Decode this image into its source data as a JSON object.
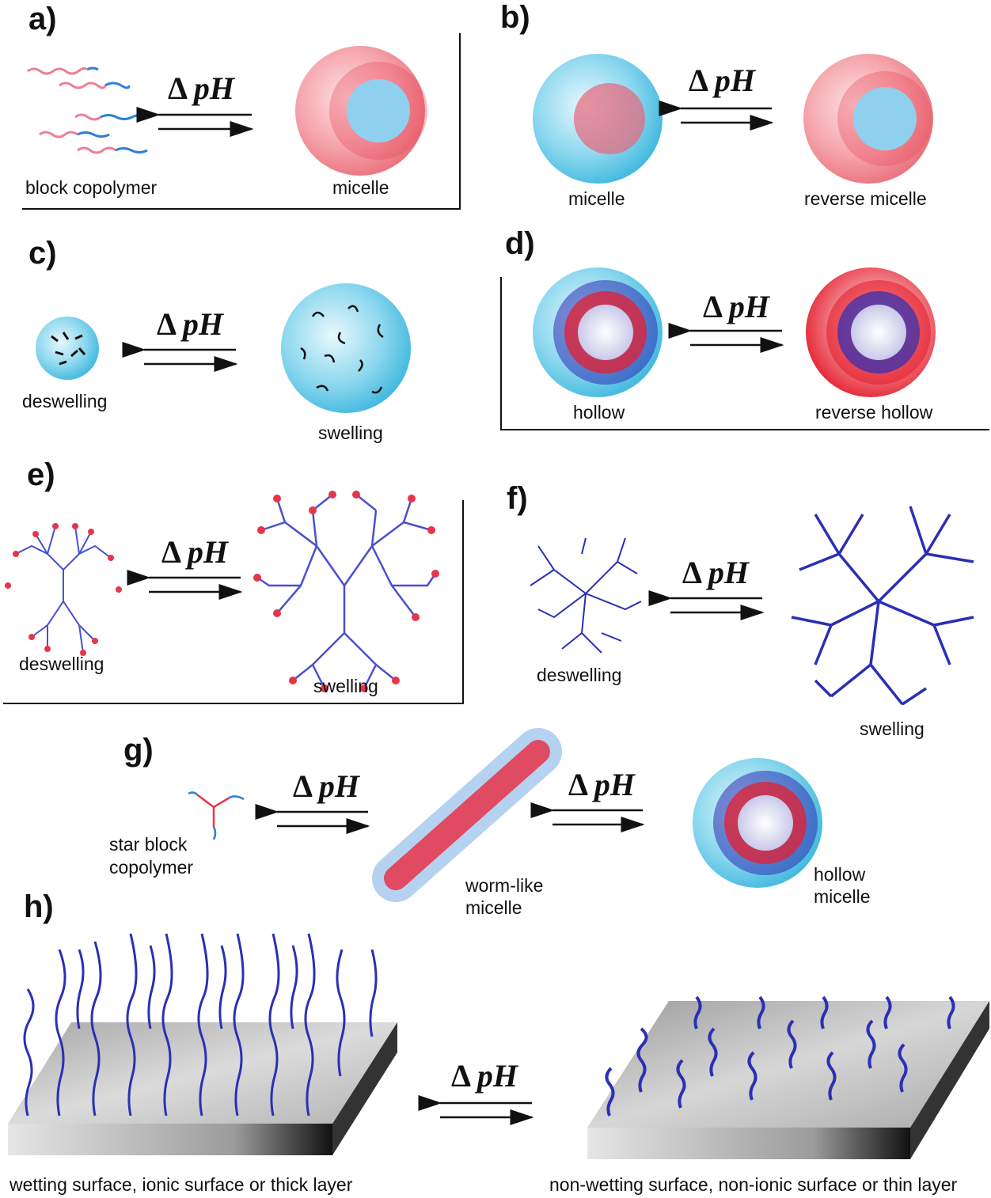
{
  "panels": {
    "a": {
      "label": "a)",
      "left_caption": "block copolymer",
      "right_caption": "micelle"
    },
    "b": {
      "label": "b)",
      "left_caption": "micelle",
      "right_caption": "reverse micelle"
    },
    "c": {
      "label": "c)",
      "left_caption": "deswelling",
      "right_caption": "swelling"
    },
    "d": {
      "label": "d)",
      "left_caption": "hollow",
      "right_caption": "reverse hollow"
    },
    "e": {
      "label": "e)",
      "left_caption": "deswelling",
      "right_caption": "swelling"
    },
    "f": {
      "label": "f)",
      "left_caption": "deswelling",
      "right_caption": "swelling"
    },
    "g": {
      "label": "g)",
      "left_caption_1": "star block",
      "left_caption_2": "copolymer",
      "mid_caption_1": "worm-like",
      "mid_caption_2": "micelle",
      "right_caption_1": "hollow",
      "right_caption_2": "micelle"
    },
    "h": {
      "label": "h)",
      "left_caption": "wetting surface, ionic surface or thick layer",
      "right_caption": "non-wetting surface, non-ionic surface or thin layer"
    }
  },
  "stimulus": {
    "delta": "Δ",
    "ph": "pH"
  },
  "colors": {
    "red_block": "#e8344a",
    "pink_block": "#ee7f95",
    "blue_block": "#2f7fd8",
    "dark_blue": "#2b2fb5",
    "cyan_sphere": "#7fd3ea",
    "pink_sphere": "#f2a0a8",
    "surface": "#c9c9c9"
  }
}
